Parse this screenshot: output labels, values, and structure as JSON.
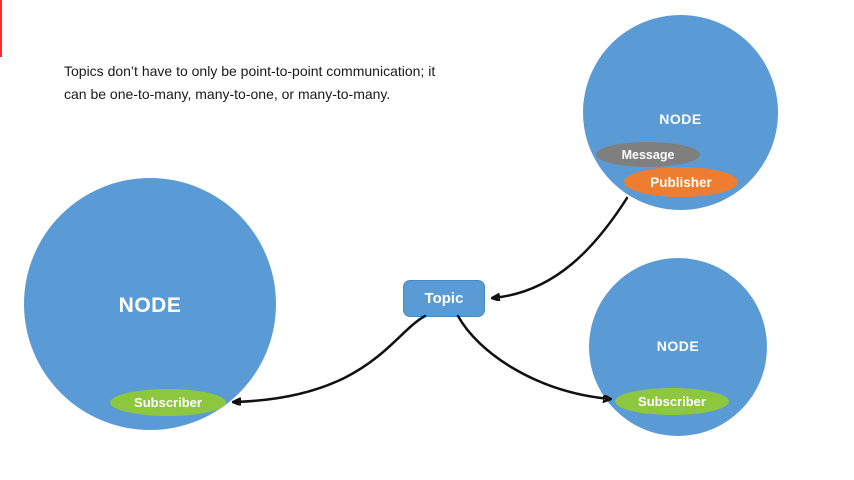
{
  "caption": {
    "line1": "Topics don’t have to only be point-to-point communication; it",
    "line2": "can be one-to-many, many-to-one, or many-to-many."
  },
  "topic": {
    "label": "Topic"
  },
  "nodes": {
    "left": {
      "label": "NODE",
      "subscriber_label": "Subscriber"
    },
    "top_right": {
      "label": "NODE",
      "message_label": "Message",
      "publisher_label": "Publisher"
    },
    "bottom_right": {
      "label": "NODE",
      "subscriber_label": "Subscriber"
    }
  },
  "colors": {
    "node_blue": "#5B9BD5",
    "subscriber_green": "#8DC63F",
    "publisher_orange": "#ED7D31",
    "message_gray": "#7F7F7F",
    "arrow_black": "#111111",
    "edge_red": "#FF2A2A",
    "background": "#FFFFFF"
  },
  "arrows": [
    {
      "name": "publisher-to-topic",
      "from": "publisher",
      "to": "topic"
    },
    {
      "name": "topic-to-left-subscriber",
      "from": "topic",
      "to": "left-subscriber"
    },
    {
      "name": "topic-to-right-subscriber",
      "from": "topic",
      "to": "right-subscriber"
    }
  ]
}
